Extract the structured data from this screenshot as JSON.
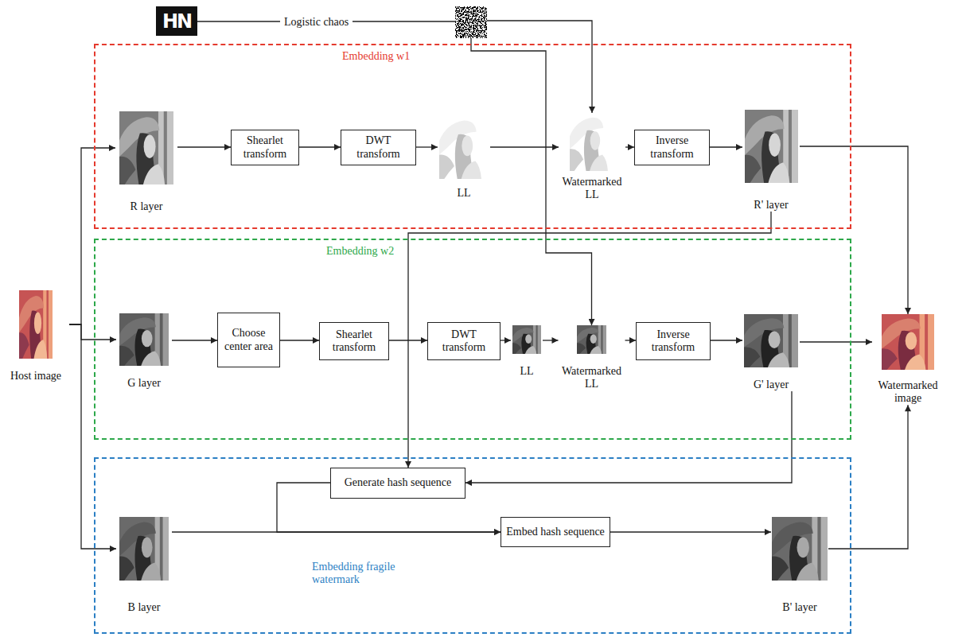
{
  "diagram": {
    "nodes": [
      {
        "text": [
          "HN"
        ]
      },
      {
        "text": [
          "Embedding w1"
        ]
      },
      {
        "text": [
          "R layer"
        ],
        "in": 1
      },
      {
        "text": [
          "Shearlet transform"
        ],
        "in": 1
      },
      {
        "text": [
          "DWT transform"
        ],
        "in": 1
      },
      {
        "text": [
          "LL"
        ],
        "in": 1
      },
      {
        "text": [
          "Watermarked LL"
        ],
        "in": 1
      },
      {
        "text": [
          "Inverse transform"
        ],
        "in": 1
      },
      {
        "text": [
          "R' layer"
        ],
        "in": 1
      },
      {
        "text": [
          "Embedding w2"
        ]
      },
      {
        "text": [
          "G layer"
        ],
        "in": 9
      },
      {
        "text": [
          "Choose center area"
        ],
        "in": 9
      },
      {
        "text": [
          "Shearlet transform"
        ],
        "in": 9
      },
      {
        "text": [
          "DWT transform"
        ],
        "in": 9
      },
      {
        "text": [
          "LL"
        ],
        "in": 9
      },
      {
        "text": [
          "Watermarked LL"
        ],
        "in": 9
      },
      {
        "text": [
          "Inverse transform"
        ],
        "in": 9
      },
      {
        "text": [
          "G' layer"
        ],
        "in": 9
      },
      {
        "text": [
          "Embedding fragile watermark"
        ]
      },
      {
        "text": [
          "Generate hash sequence"
        ],
        "in": 18
      },
      {
        "text": [
          "B layer"
        ],
        "in": 18
      },
      {
        "text": [
          "Embed hash sequence"
        ],
        "in": 18
      },
      {
        "text": [
          "B' layer"
        ],
        "in": 18
      },
      {
        "text": [
          "Host image"
        ]
      },
      {
        "text": [
          "Watermarked image"
        ]
      }
    ],
    "edges": [
      {
        "from": 23,
        "to": 2,
        "arrow": "to"
      },
      {
        "from": 23,
        "to": 10,
        "arrow": "to"
      },
      {
        "from": 23,
        "to": 20,
        "arrow": "to"
      },
      {
        "from": 2,
        "to": 3,
        "arrow": "to"
      },
      {
        "from": 3,
        "to": 4,
        "arrow": "to"
      },
      {
        "from": 4,
        "to": 5,
        "arrow": "to"
      },
      {
        "from": 5,
        "to": 6,
        "arrow": "to"
      },
      {
        "from": 6,
        "to": 7,
        "arrow": "to"
      },
      {
        "from": 7,
        "to": 8,
        "arrow": "to"
      },
      {
        "from": 8,
        "to": 24,
        "arrow": "to"
      },
      {
        "from": 8,
        "to": 19,
        "arrow": "to"
      },
      {
        "from": 10,
        "to": 11,
        "arrow": "to"
      },
      {
        "from": 11,
        "to": 12,
        "arrow": "to"
      },
      {
        "from": 12,
        "to": 13,
        "arrow": "to"
      },
      {
        "from": 13,
        "to": 14,
        "arrow": "to"
      },
      {
        "from": 14,
        "to": 15,
        "arrow": "to"
      },
      {
        "from": 15,
        "to": 16,
        "arrow": "to"
      },
      {
        "from": 16,
        "to": 17,
        "arrow": "to"
      },
      {
        "from": 17,
        "to": 24,
        "arrow": "to"
      },
      {
        "from": 17,
        "to": 19,
        "arrow": "to"
      },
      {
        "from": 20,
        "to": 21,
        "arrow": "to"
      },
      {
        "from": 19,
        "to": 21,
        "arrow": "to"
      },
      {
        "from": 21,
        "to": 22,
        "arrow": "to"
      },
      {
        "from": 22,
        "to": 24,
        "arrow": "to"
      }
    ],
    "labels": [
      "Logistic chaos"
    ]
  }
}
